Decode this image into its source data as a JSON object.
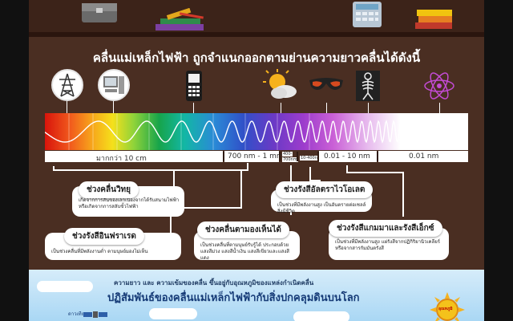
{
  "title": "คลื่นแม่เหล็กไฟฟ้า ถูกจำแนกออกตามย่านความยาวคลื่นได้ดังนี้",
  "icons": [
    "power-tower-icon",
    "computer-icon",
    "mobile-phone-icon",
    "sun-cloud-icon",
    "sunglasses-icon",
    "x-ray-icon",
    "atom-icon"
  ],
  "scale": {
    "radio": "มากกว่า 10 cm",
    "infrared": "700 nm - 1 mm",
    "visible_top": "400-",
    "visible_bottom": "700nm",
    "uv": "10-400nm",
    "xray": "0.01 - 10 nm",
    "gamma": "0.01 nm"
  },
  "callouts": {
    "radio": {
      "title": "ช่วงคลื่นวิทยุ",
      "desc": "เกิดจากการสั่นของเล็กเนื่องจากได้รับสนามไฟฟ้า หรือเกิดจากการสลับขั้วไฟฟ้า"
    },
    "infrared": {
      "title": "ช่วงรังสีอินฟราเรด",
      "desc": "เป็นช่วงคลื่นที่มีพลังงานต่ำ ตามนุษย์มองไม่เห็น"
    },
    "visible": {
      "title": "ช่วงคลื่นตามองเห็นได้",
      "desc": "เป็นช่วงคลื่นที่ตามนุษย์รับรู้ได้ ประกอบด้วยแสงสีม่วง แสงสีน้ำเงิน แสงสีเขียวและแสงสีแดง"
    },
    "uv": {
      "title": "ช่วงรังสีอัลตราไวโอเลต",
      "desc": "เป็นช่วงที่มีพลังงานสูง เป็นอันตรายต่อเซลล์สิ่งมีชีวิต"
    },
    "gamma": {
      "title": "ช่วงรังสีแกมมาและรังสีเอ็กซ์",
      "desc": "เป็นช่วงที่มีพลังงานสูง แผ่รังสีจากปฏิกิริยานิวเคลียร์ หรือจากสารกัมมันตรังสี"
    }
  },
  "bottom": {
    "line1": "ความยาว และ ความเข้มของคลื่น ขึ้นอยู่กับอุณหภูมิของแหล่งกำเนิดคลื่น",
    "line2": "ปฏิสัมพันธ์ของคลื่นแม่เหล็กไฟฟ้ากับสิ่งปกคลุมดินบนโลก",
    "satellite": "ดาวเทียม",
    "sun": "อุณหภูมิ"
  },
  "colors": {
    "board": "#4a2e22",
    "title_text": "#ffffff",
    "bottom_text": "#163b77"
  }
}
